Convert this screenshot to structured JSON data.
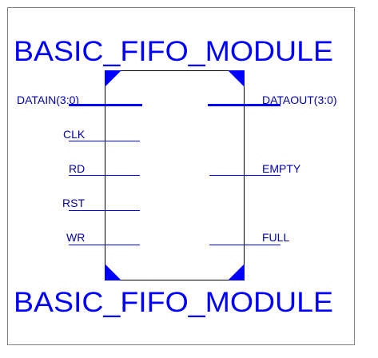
{
  "symbol": {
    "top_title": "BASIC_FIFO_MODULE",
    "bottom_title": "BASIC_FIFO_MODULE",
    "pins_left": [
      {
        "label": "DATAIN(3:0)",
        "bus": true
      },
      {
        "label": "CLK",
        "bus": false
      },
      {
        "label": "RD",
        "bus": false
      },
      {
        "label": "RST",
        "bus": false
      },
      {
        "label": "WR",
        "bus": false
      }
    ],
    "pins_right": [
      {
        "label": "DATAOUT(3:0)",
        "bus": true
      },
      {
        "label": "EMPTY",
        "bus": false
      },
      {
        "label": "FULL",
        "bus": false
      }
    ]
  },
  "colors": {
    "frame": "#7f7f7f",
    "body_outline": "#000000",
    "accent": "#0000ff",
    "pin_text": "#0000aa"
  }
}
